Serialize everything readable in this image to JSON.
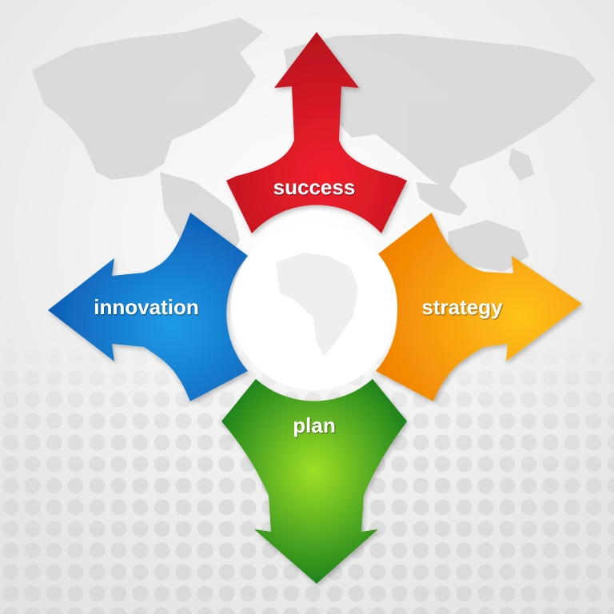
{
  "diagram": {
    "labels": {
      "top": "success",
      "left": "innovation",
      "right": "strategy",
      "bottom": "plan"
    },
    "colors": {
      "top": [
        "#f2202c",
        "#b5101d"
      ],
      "left": [
        "#1f9be8",
        "#0a4da8"
      ],
      "right": [
        "#ffc21a",
        "#f07c00"
      ],
      "bottom": [
        "#9ee026",
        "#127a1c"
      ],
      "background": [
        "#ffffff",
        "#e2e2e2"
      ],
      "map": "#d6d6d6",
      "dots": "#d9d9d9"
    }
  }
}
